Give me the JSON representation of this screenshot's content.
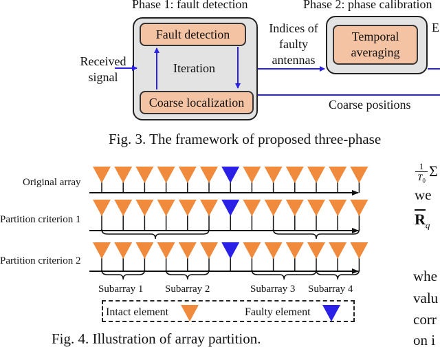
{
  "fig3": {
    "phase1_title": "Phase 1: fault detection",
    "phase2_title": "Phase 2: phase calibration",
    "phase3_title_fragment": "E",
    "fault_detection": "Fault detection",
    "iteration": "Iteration",
    "coarse_localization": "Coarse localization",
    "received_signal": "Received signal",
    "indices_label": "Indices of faulty antennas",
    "temporal_averaging": "Temporal averaging",
    "coarse_positions": "Coarse positions",
    "caption": "Fig. 3.  The framework of proposed three-phase"
  },
  "fig4": {
    "row_labels": [
      "Original array",
      "Partition criterion 1",
      "Partition criterion 2"
    ],
    "subarray_labels": [
      "Subarray 1",
      "Subarray 2",
      "Subarray 3",
      "Subarray 4"
    ],
    "legend_intact": "Intact element",
    "legend_faulty": "Faulty element",
    "caption": "Fig. 4.  Illustration of array partition.",
    "element_count": 13,
    "faulty_index": 7
  },
  "side_text": {
    "fraction_num": "1",
    "fraction_den": "T",
    "fraction_den_sub": "0",
    "sigma": "Σ",
    "we": "we",
    "R": "R",
    "R_sub": "q",
    "lines": [
      "whe",
      "valu",
      "corr",
      "on i"
    ]
  },
  "colors": {
    "intact": "#f08a3c",
    "faulty": "#2a20e6",
    "arrow_blue": "#2a20e6",
    "box_fill": "#f4c3a4",
    "phase_fill": "#e3e3e3"
  }
}
